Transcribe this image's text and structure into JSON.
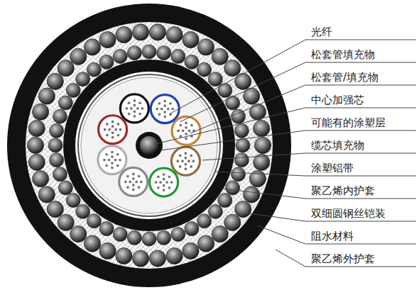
{
  "diagram": {
    "labels": [
      "光纤",
      "松套管填充物",
      "松套管/填充物",
      "中心加强芯",
      "可能有的涂塑层",
      "缆芯填充物",
      "涂塑铝带",
      "聚乙烯内护套",
      "双细圆钢丝铠装",
      "阻水材料",
      "聚乙烯外护套"
    ]
  }
}
